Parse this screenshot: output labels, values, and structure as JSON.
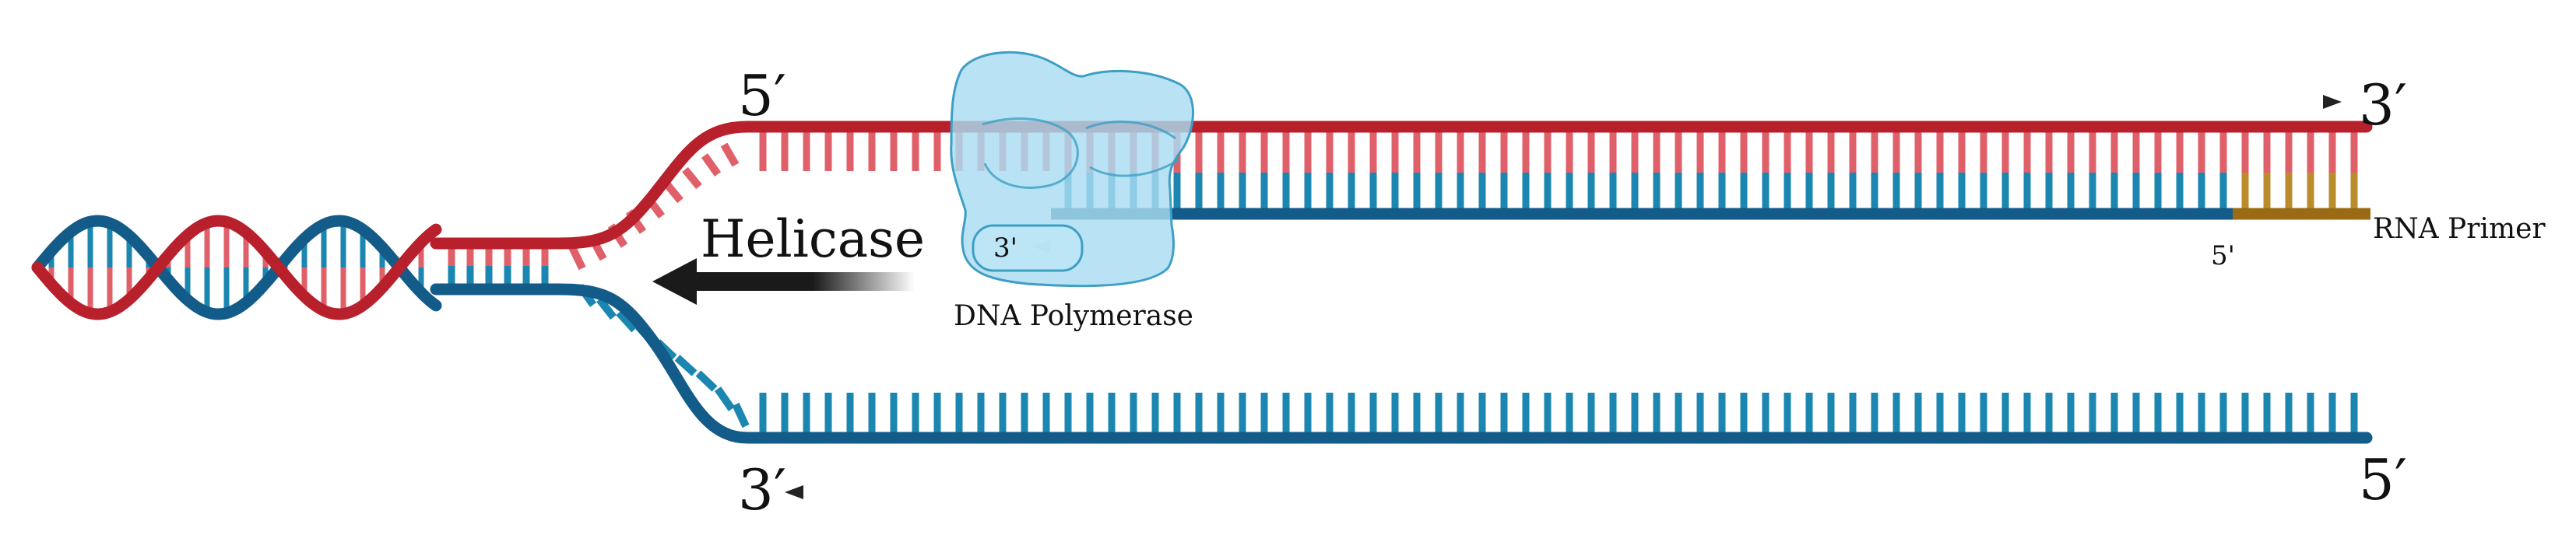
{
  "labels": {
    "leading_five_prime": "5′",
    "leading_three_prime": "3′",
    "lagging_three_prime": "3′",
    "lagging_five_prime": "5′",
    "helicase": "Helicase",
    "dna_polymerase": "DNA Polymerase",
    "polymerase_three_prime": "3'",
    "new_strand_five_prime": "5'",
    "rna_primer": "RNA Primer"
  },
  "colors": {
    "red_strand": "#b8202c",
    "red_rung": "#e0606a",
    "blue_strand": "#135b88",
    "blue_rung": "#1b86b0",
    "primer": "#9a6a14",
    "primer_rung": "#b98d2c",
    "polymerase_fill": "#a9ddf2",
    "polymerase_edge": "#3d9fc4",
    "arrow": "#222222"
  },
  "icons": [
    "helicase-arrow-icon",
    "dna-polymerase-enzyme-icon"
  ]
}
